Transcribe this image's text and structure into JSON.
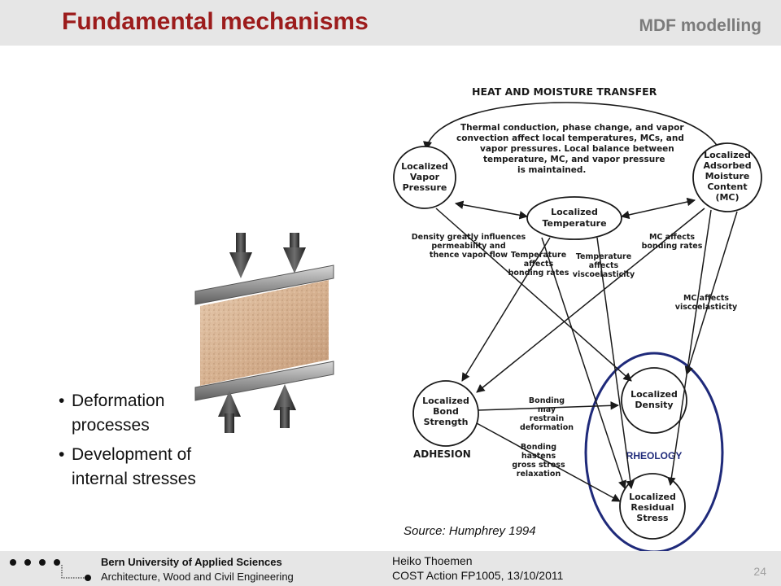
{
  "header": {
    "title": "Fundamental mechanisms",
    "topic": "MDF modelling"
  },
  "bullets": [
    {
      "marker": "•",
      "line1": "Deformation",
      "line2": "processes"
    },
    {
      "marker": "•",
      "line1": "Development of",
      "line2": "internal stresses"
    }
  ],
  "diagram": {
    "heading": "HEAT AND MOISTURE TRANSFER",
    "top_text": [
      "Thermal conduction, phase change, and vapor",
      "convection affect local temperatures, MCs, and",
      "vapor pressures. Local balance between",
      "temperature, MC, and vapor pressure",
      "is maintained."
    ],
    "nodes": {
      "vapor": [
        "Localized",
        "Vapor",
        "Pressure"
      ],
      "moisture": [
        "Localized",
        "Adsorbed",
        "Moisture",
        "Content",
        "(MC)"
      ],
      "temperature": [
        "Localized",
        "Temperature"
      ],
      "bond": [
        "Localized",
        "Bond",
        "Strength"
      ],
      "density": [
        "Localized",
        "Density"
      ],
      "stress": [
        "Localized",
        "Residual",
        "Stress"
      ]
    },
    "annotations": {
      "density_influence": [
        "Density greatly influences",
        "permeability and",
        "thence vapor flow"
      ],
      "temp_bonding": [
        "Temperature",
        "affects",
        "bonding rates"
      ],
      "temp_visco": [
        "Temperature",
        "affects",
        "viscoelasticity"
      ],
      "mc_bonding": [
        "MC affects",
        "bonding rates"
      ],
      "mc_visco": [
        "MC affects",
        "viscoelasticity"
      ],
      "bond_restrain": [
        "Bonding",
        "may",
        "restrain",
        "deformation"
      ],
      "bond_hasten": [
        "Bonding",
        "hastens",
        "gross stress",
        "relaxation"
      ]
    },
    "adhesion_label": "ADHESION",
    "rheology_label": "RHEOLOGY",
    "rheology_color": "#1f2a7a"
  },
  "source": "Source: Humphrey 1994",
  "footer": {
    "university": "Bern University of Applied Sciences",
    "department": "Architecture, Wood and Civil Engineering",
    "author": "Heiko Thoemen",
    "event": "COST Action FP1005, 13/10/2011",
    "page": "24"
  },
  "colors": {
    "title": "#9c1c1c",
    "bar": "#e6e6e6",
    "topic": "#7b7b7b"
  }
}
